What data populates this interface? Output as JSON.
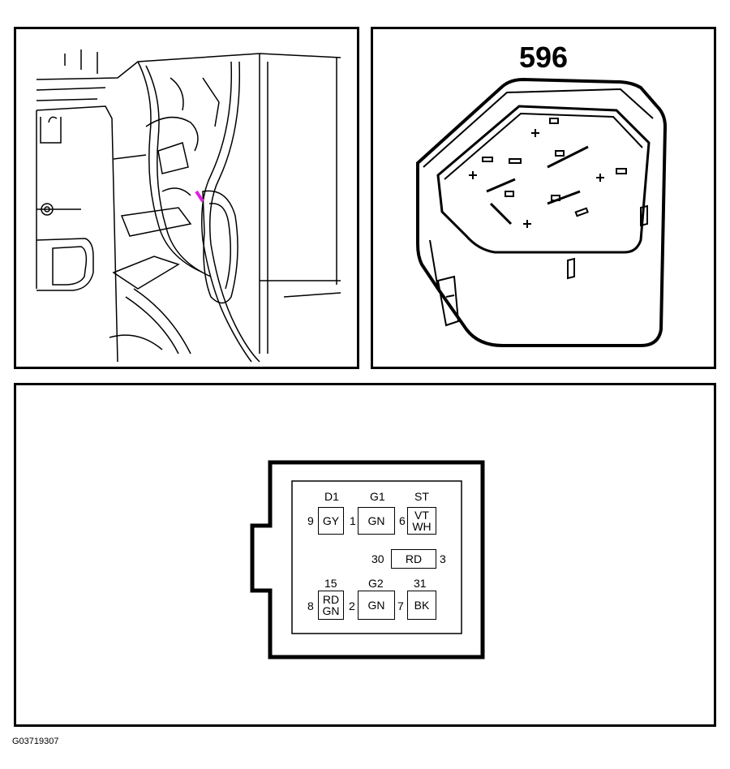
{
  "relay": {
    "number": "596"
  },
  "connector": {
    "pins": [
      {
        "number": "9",
        "circuit": "D1",
        "color_lines": [
          "GY"
        ]
      },
      {
        "number": "1",
        "circuit": "G1",
        "color_lines": [
          "GN"
        ]
      },
      {
        "number": "6",
        "circuit": "ST",
        "color_lines": [
          "VT",
          "WH"
        ]
      },
      {
        "number": "30",
        "circuit": "",
        "color_lines": [
          "RD"
        ],
        "trailing": "3"
      },
      {
        "number": "8",
        "circuit": "15",
        "color_lines": [
          "RD",
          "GN"
        ]
      },
      {
        "number": "2",
        "circuit": "G2",
        "color_lines": [
          "GN"
        ]
      },
      {
        "number": "7",
        "circuit": "31",
        "color_lines": [
          "BK"
        ]
      }
    ]
  },
  "figure_id": "G03719307",
  "colors": {
    "highlight": "#e020e0",
    "line": "#000000",
    "background": "#ffffff"
  }
}
